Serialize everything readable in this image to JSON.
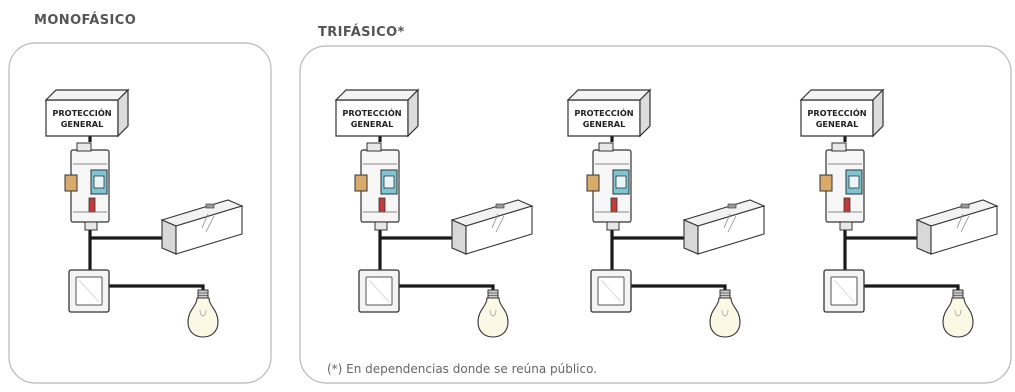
{
  "sections": {
    "mono": {
      "title": "MONOFÁSICO"
    },
    "tri": {
      "title": "TRIFÁSICO*"
    }
  },
  "protection_box": {
    "line1": "PROTECCIÓN",
    "line2": "GENERAL"
  },
  "footnote": "(*) En dependencias donde se reúna público.",
  "colors": {
    "panel_border": "#b8b8b8",
    "wire": "#1a1a1a",
    "outline": "#333333"
  }
}
